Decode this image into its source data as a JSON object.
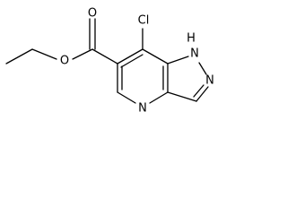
{
  "structure": {
    "atoms": {
      "o_carbonyl": "O",
      "o_ester": "O",
      "chlorine": "Cl",
      "nh": "N",
      "nh_h": "H",
      "n_pyrazole": "N",
      "n_pyridine": "N"
    },
    "colors": {
      "bond": "#000000",
      "label": "#000000",
      "background": "#ffffff"
    }
  }
}
